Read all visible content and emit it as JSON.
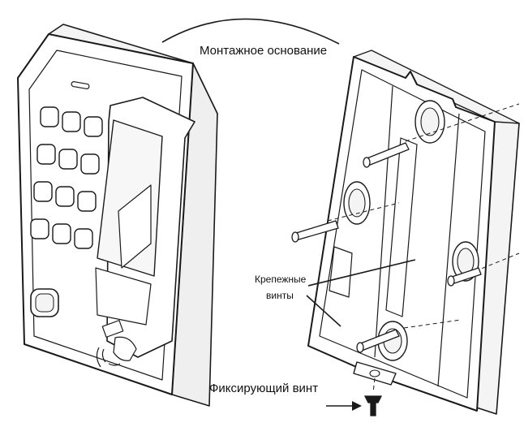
{
  "labels": {
    "mounting_base": "Монтажное основание",
    "mounting_screws_line1": "Крепежные",
    "mounting_screws_line2": "винты",
    "fixing_screw": "Фиксирующий винт"
  },
  "device": {
    "keypad_rows": 4,
    "keypad_cols": 3
  },
  "colors": {
    "line": "#1a1a1a",
    "fill": "#ffffff",
    "shade": "#f2f2f2"
  }
}
